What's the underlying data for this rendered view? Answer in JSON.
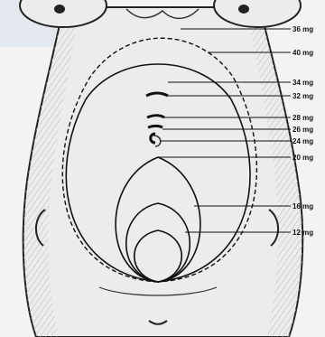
{
  "labels": [
    {
      "id": "36",
      "text": "36 mg"
    },
    {
      "id": "40",
      "text": "40 mg"
    },
    {
      "id": "34",
      "text": "34 mg"
    },
    {
      "id": "32",
      "text": "32 mg"
    },
    {
      "id": "28",
      "text": "28 mg"
    },
    {
      "id": "26",
      "text": "26 mg"
    },
    {
      "id": "24",
      "text": "24 mg"
    },
    {
      "id": "20",
      "text": "20 mg"
    },
    {
      "id": "16",
      "text": "16 mg"
    },
    {
      "id": "12",
      "text": "12 mg"
    }
  ]
}
